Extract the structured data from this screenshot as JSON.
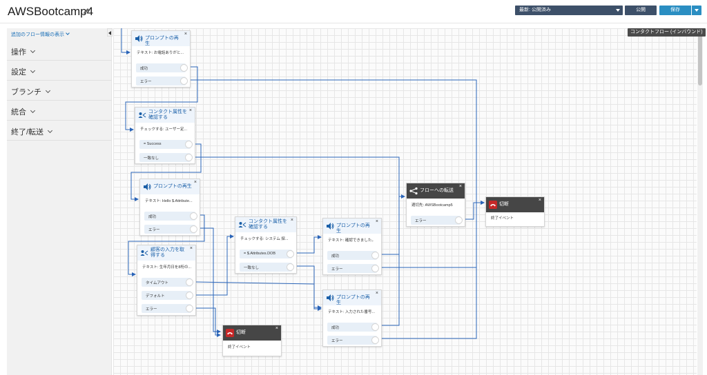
{
  "header": {
    "title": "AWSBootcamp4",
    "version_select": "最新: 公開済み",
    "publish_label": "公開",
    "save_label": "保存"
  },
  "sidebar": {
    "info_link": "追加のフロー情報の表示",
    "sections": [
      "操作",
      "設定",
      "ブランチ",
      "統合",
      "終了/転送"
    ]
  },
  "canvas": {
    "flow_type_badge": "コンタクトフロー (インバウンド)"
  },
  "blocks": {
    "b1": {
      "title": "プロンプトの再生",
      "icon": "speaker-icon",
      "desc": "テキスト: お電話ありがと...",
      "branches": [
        "成功",
        "エラー"
      ]
    },
    "b2": {
      "title": "コンタクト属性を確認する",
      "icon": "check-attribute-icon",
      "desc": "チェックする: ユーザー定...",
      "branches": [
        "= Success",
        "一致なし"
      ]
    },
    "b3": {
      "title": "プロンプトの再生",
      "icon": "speaker-icon",
      "desc": "テキスト: Hello $.Attribute...",
      "branches": [
        "成功",
        "エラー"
      ]
    },
    "b4": {
      "title": "顧客の入力を取得する",
      "icon": "get-input-icon",
      "desc": "テキスト: 生年月日を8桁の...",
      "branches": [
        "タイムアウト",
        "デフォルト",
        "エラー"
      ]
    },
    "b5": {
      "title": "切断",
      "icon": "disconnect-icon",
      "desc": "終了イベント",
      "branches": []
    },
    "b6": {
      "title": "コンタクト属性を確認する",
      "icon": "check-attribute-icon",
      "desc": "チェックする: システム 探...",
      "branches": [
        "= $.Attributes.DOB",
        "一致なし"
      ]
    },
    "b7": {
      "title": "プロンプトの再生",
      "icon": "speaker-icon",
      "desc": "テキスト: 確認できました。",
      "branches": [
        "成功",
        "エラー"
      ]
    },
    "b8": {
      "title": "プロンプトの再生",
      "icon": "speaker-icon",
      "desc": "テキスト: 入力された番号...",
      "branches": [
        "成功",
        "エラー"
      ]
    },
    "b9": {
      "title": "フローへの転送",
      "icon": "transfer-flow-icon",
      "desc": "適切先: AWSBootcamp5",
      "branches": [
        "エラー"
      ]
    },
    "b10": {
      "title": "切断",
      "icon": "disconnect-icon",
      "desc": "終了イベント",
      "branches": []
    }
  },
  "colors": {
    "connector": "#2a64b8",
    "header_dark": "#3d5069",
    "save_blue": "#2a8ec2",
    "block_header": "#eef4fb",
    "disconnect_header": "#464646"
  }
}
